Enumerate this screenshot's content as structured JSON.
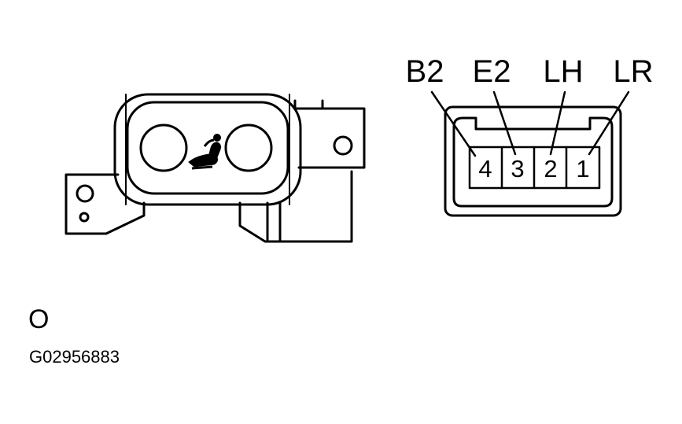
{
  "connector": {
    "terminals": [
      {
        "name": "B2",
        "pin": "4"
      },
      {
        "name": "E2",
        "pin": "3"
      },
      {
        "name": "LH",
        "pin": "2"
      },
      {
        "name": "LR",
        "pin": "1"
      }
    ]
  },
  "state_label": "O",
  "figure_code": "G02956883",
  "colors": {
    "line": "#000000",
    "background": "#ffffff"
  },
  "icons": [
    "seat-icon"
  ]
}
